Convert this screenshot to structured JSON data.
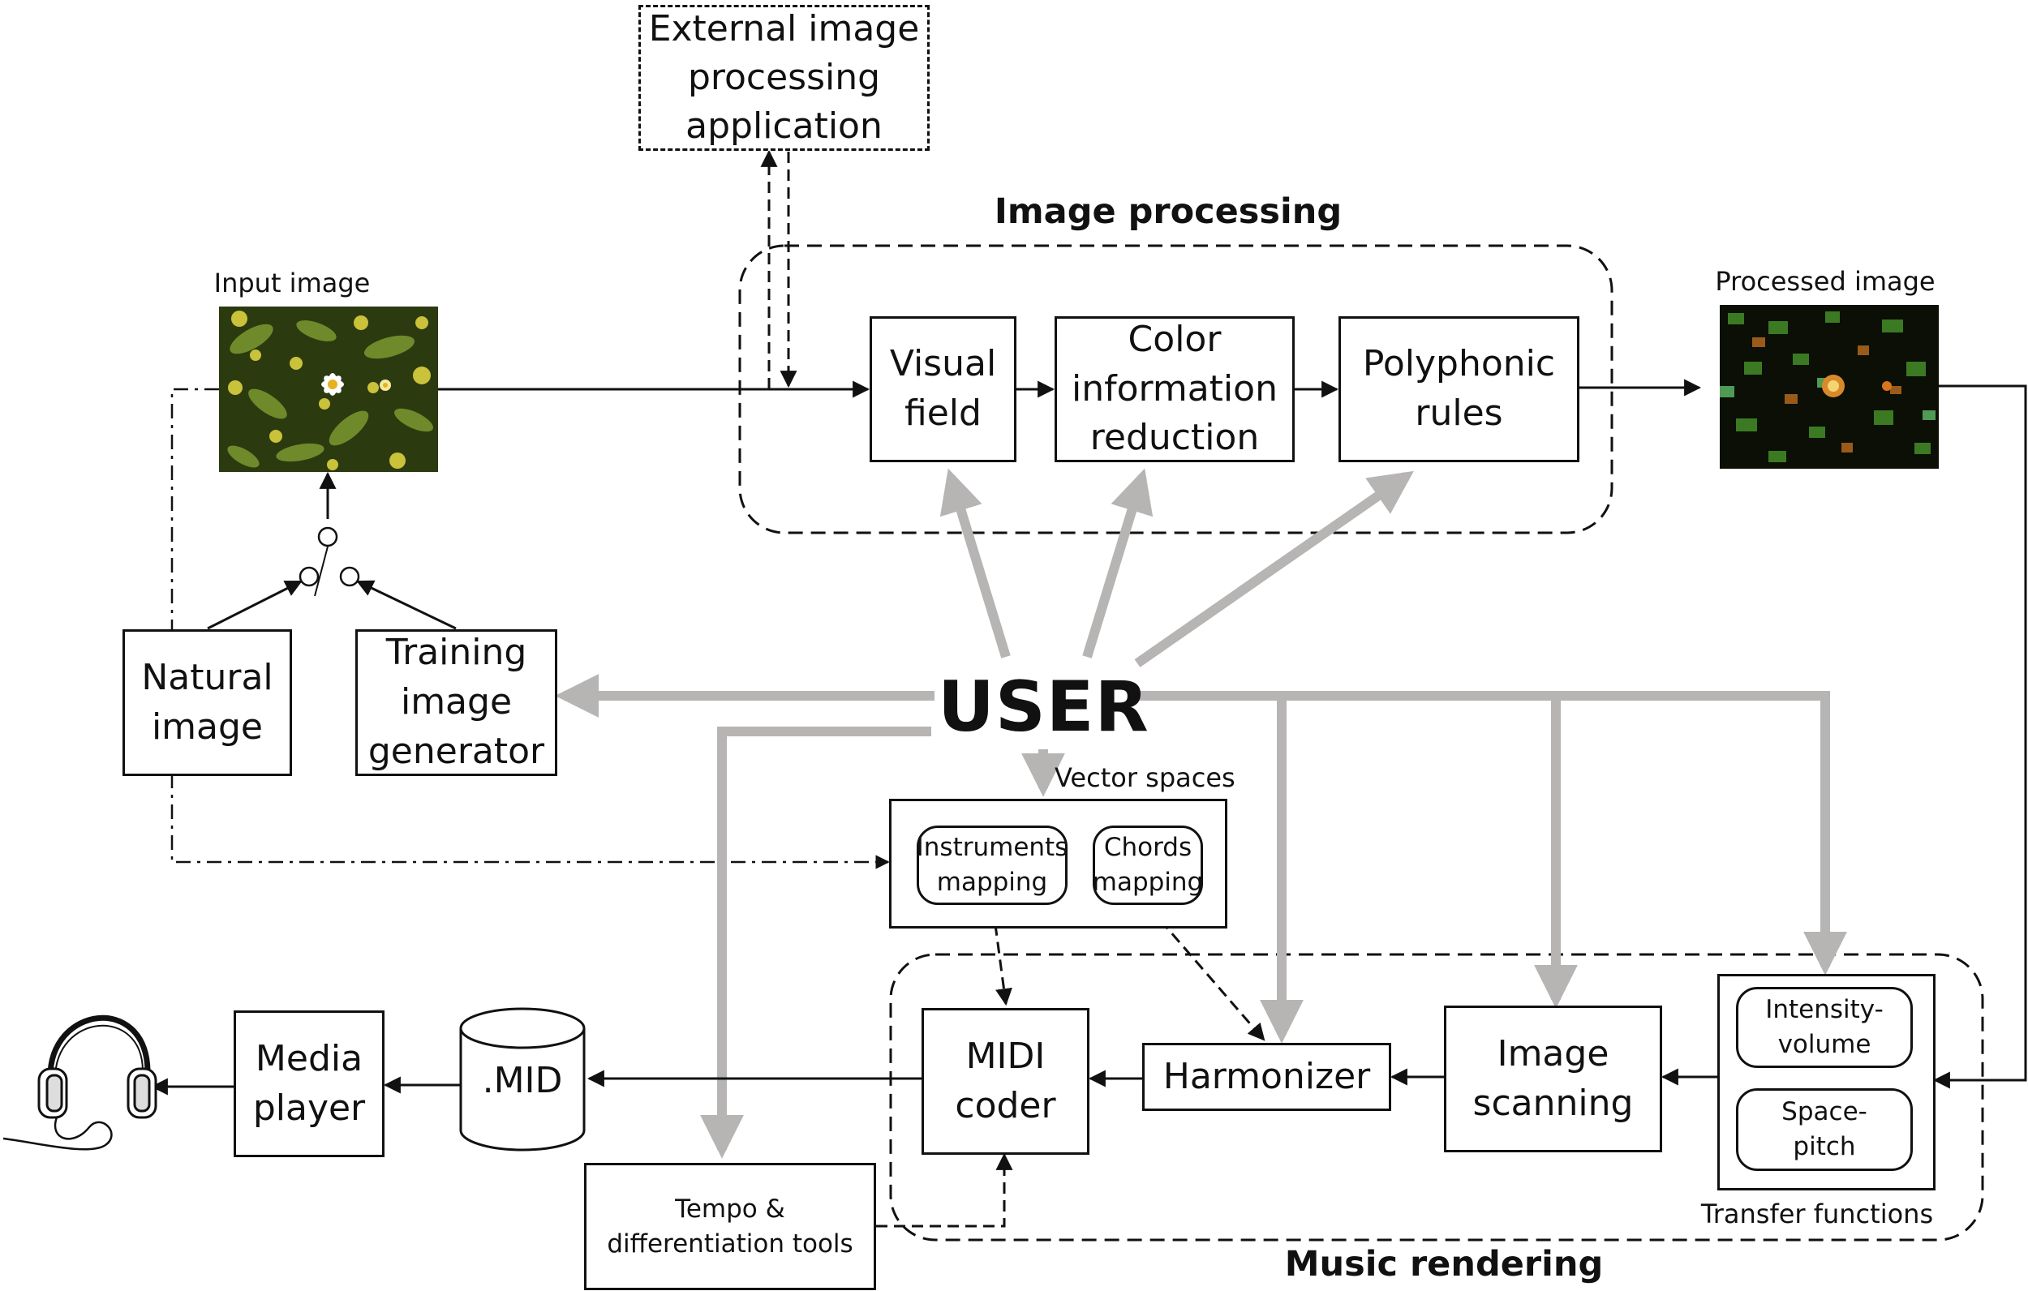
{
  "external_app": "External image\nprocessing\napplication",
  "groups": {
    "image_processing": "Image processing",
    "music_rendering": "Music rendering"
  },
  "images": {
    "input_label": "Input image",
    "processed_label": "Processed image"
  },
  "processing_blocks": {
    "visual_field": "Visual\nfield",
    "color_reduction": "Color\ninformation\nreduction",
    "polyphonic_rules": "Polyphonic\nrules"
  },
  "sources": {
    "natural_image": "Natural\nimage",
    "training_generator": "Training\nimage\ngenerator"
  },
  "user": "USER",
  "vector_spaces": {
    "label": "Vector spaces",
    "instruments": "Instruments\nmapping",
    "chords": "Chords\nmapping"
  },
  "rendering_blocks": {
    "midi_coder": "MIDI\ncoder",
    "harmonizer": "Harmonizer",
    "image_scanning": "Image\nscanning"
  },
  "transfer": {
    "label": "Transfer functions",
    "intensity_volume": "Intensity-\nvolume",
    "space_pitch": "Space-\npitch"
  },
  "output": {
    "mid_file": ".MID",
    "media_player": "Media\nplayer",
    "tempo_tools": "Tempo &\ndifferentiation tools"
  },
  "colors": {
    "user_arrow": "#b7b4b4",
    "line": "#111111",
    "photo_dark": "#2c3a10",
    "photo_green": "#6f8a2a",
    "photo_yellow": "#c9c23a",
    "flower_center": "#e8b21e"
  }
}
